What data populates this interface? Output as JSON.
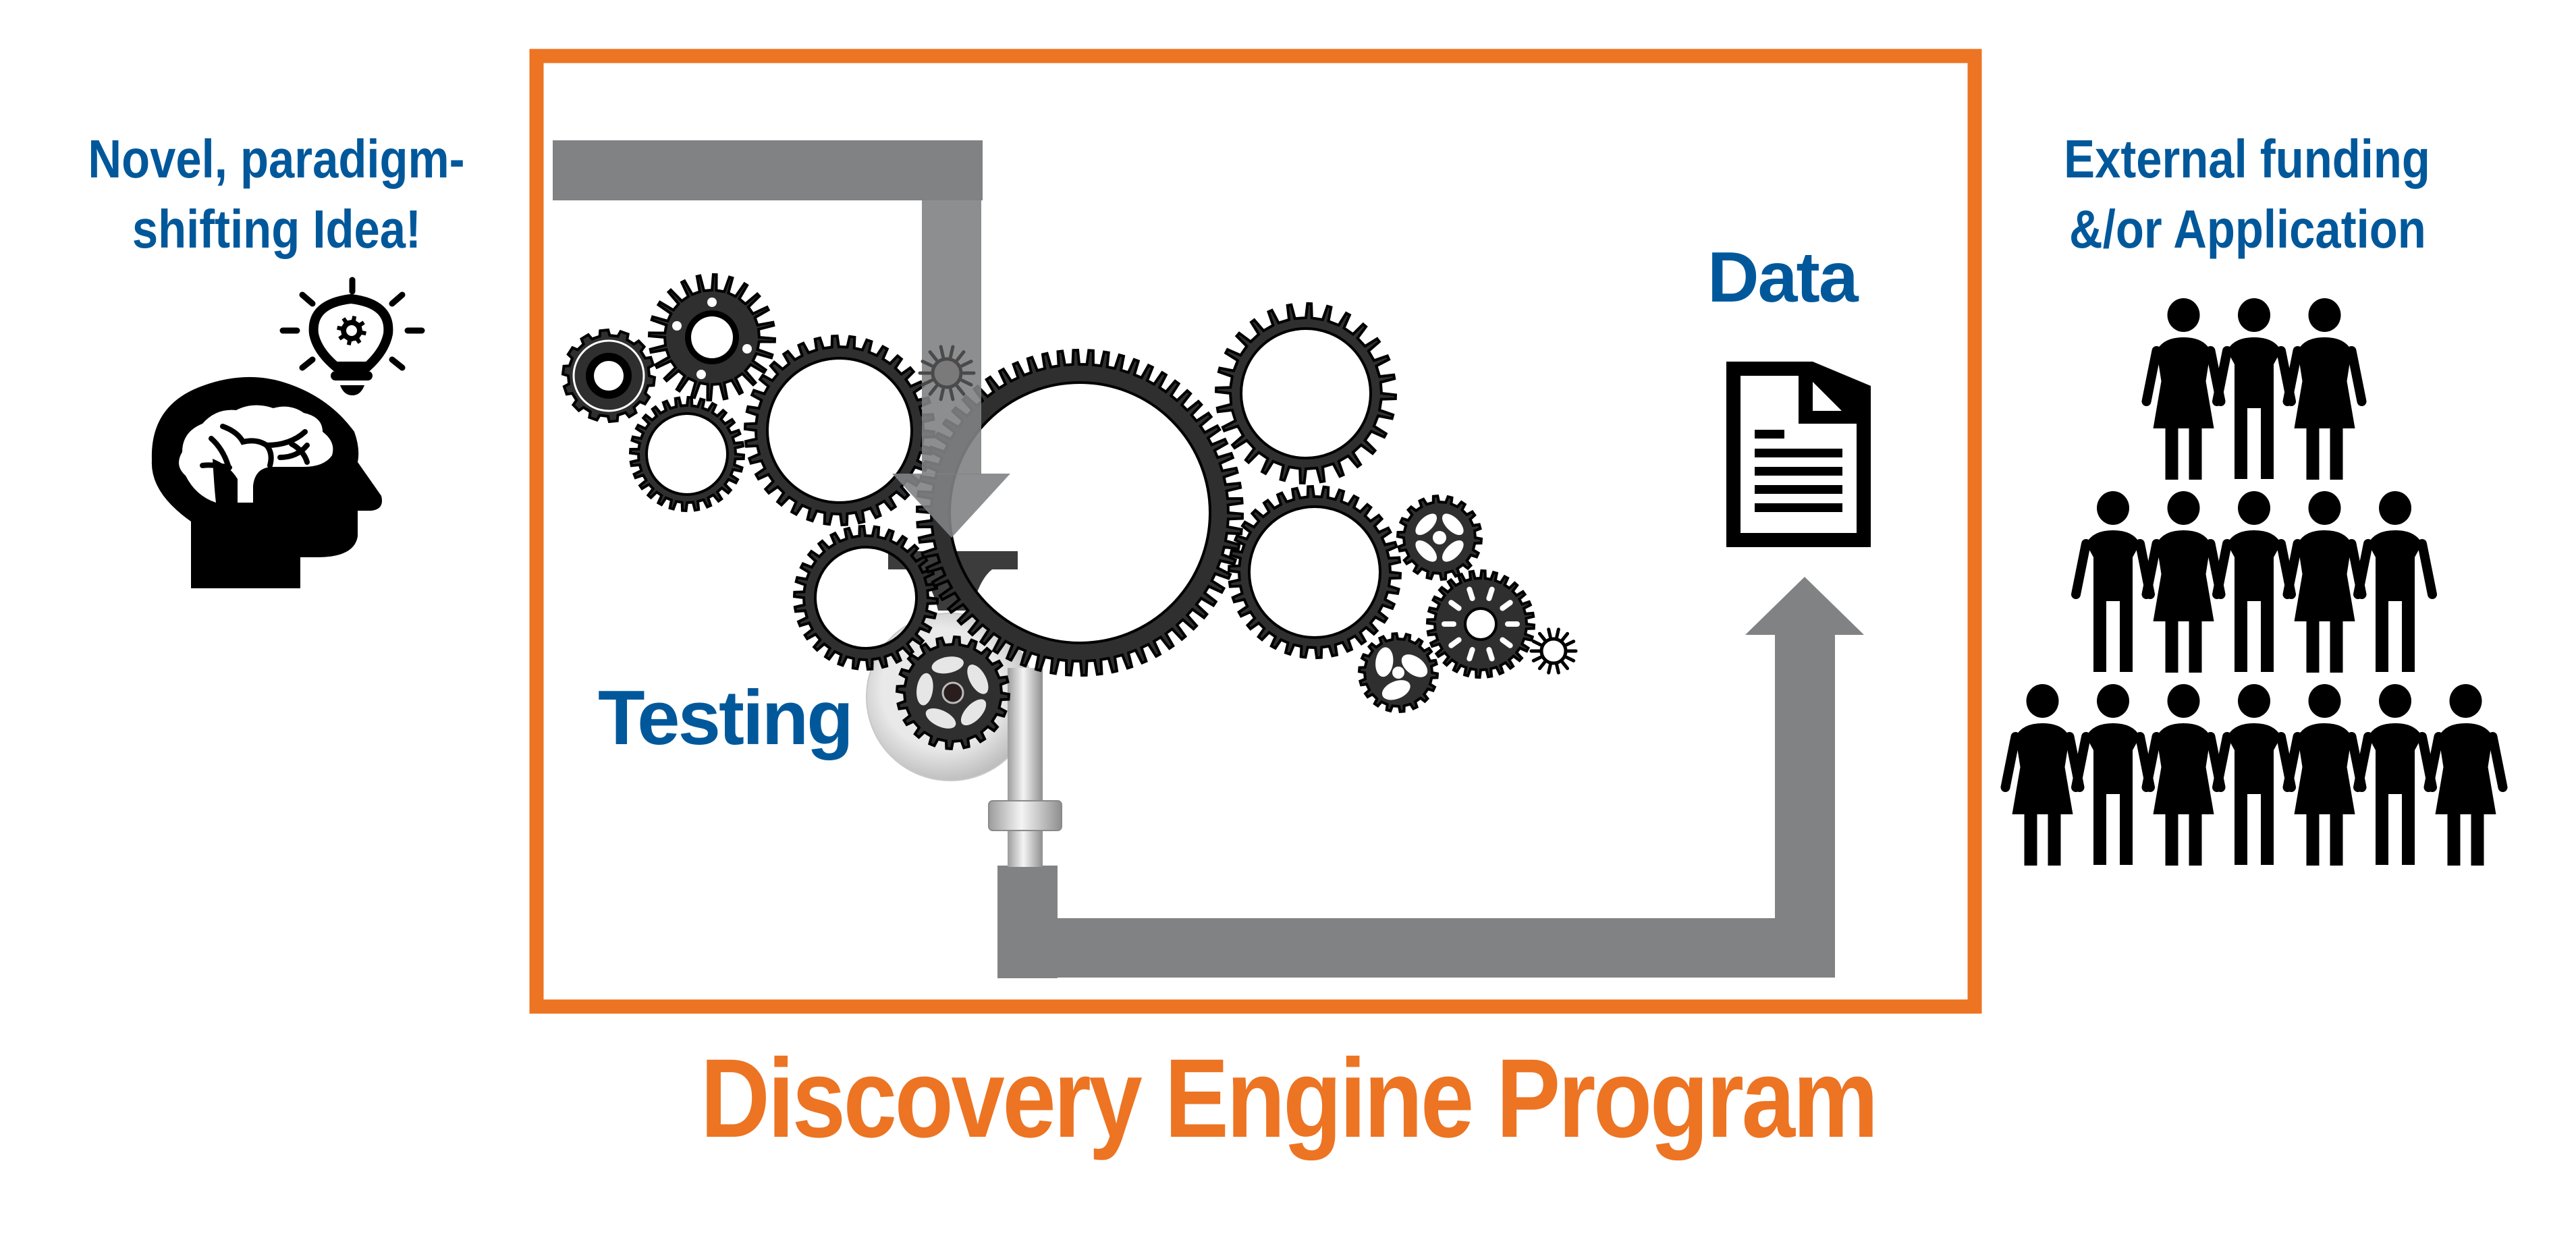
{
  "colors": {
    "accent_orange": "#ec7423",
    "text_blue": "#00589b",
    "arrow_gray": "#818284",
    "gear_dark": "#2f2f2f",
    "icon_black": "#000000"
  },
  "idea": {
    "lines": [
      "Novel, paradigm-",
      "shifting Idea!"
    ],
    "icons": [
      "head-with-brain-icon",
      "lightbulb-gear-icon"
    ]
  },
  "engine": {
    "testing_label": "Testing",
    "data_label": "Data",
    "data_icon": "document-icon",
    "title": "Discovery Engine Program",
    "flow": [
      "input-arrow-down",
      "gear-machinery",
      "output-pipe",
      "output-arrow-up"
    ]
  },
  "outcome": {
    "lines": [
      "External funding",
      "&/or Application"
    ],
    "people_rows": [
      [
        "female",
        "male",
        "female"
      ],
      [
        "male",
        "female",
        "male",
        "female",
        "male"
      ],
      [
        "female",
        "male",
        "female",
        "male",
        "female",
        "male",
        "female"
      ]
    ]
  }
}
